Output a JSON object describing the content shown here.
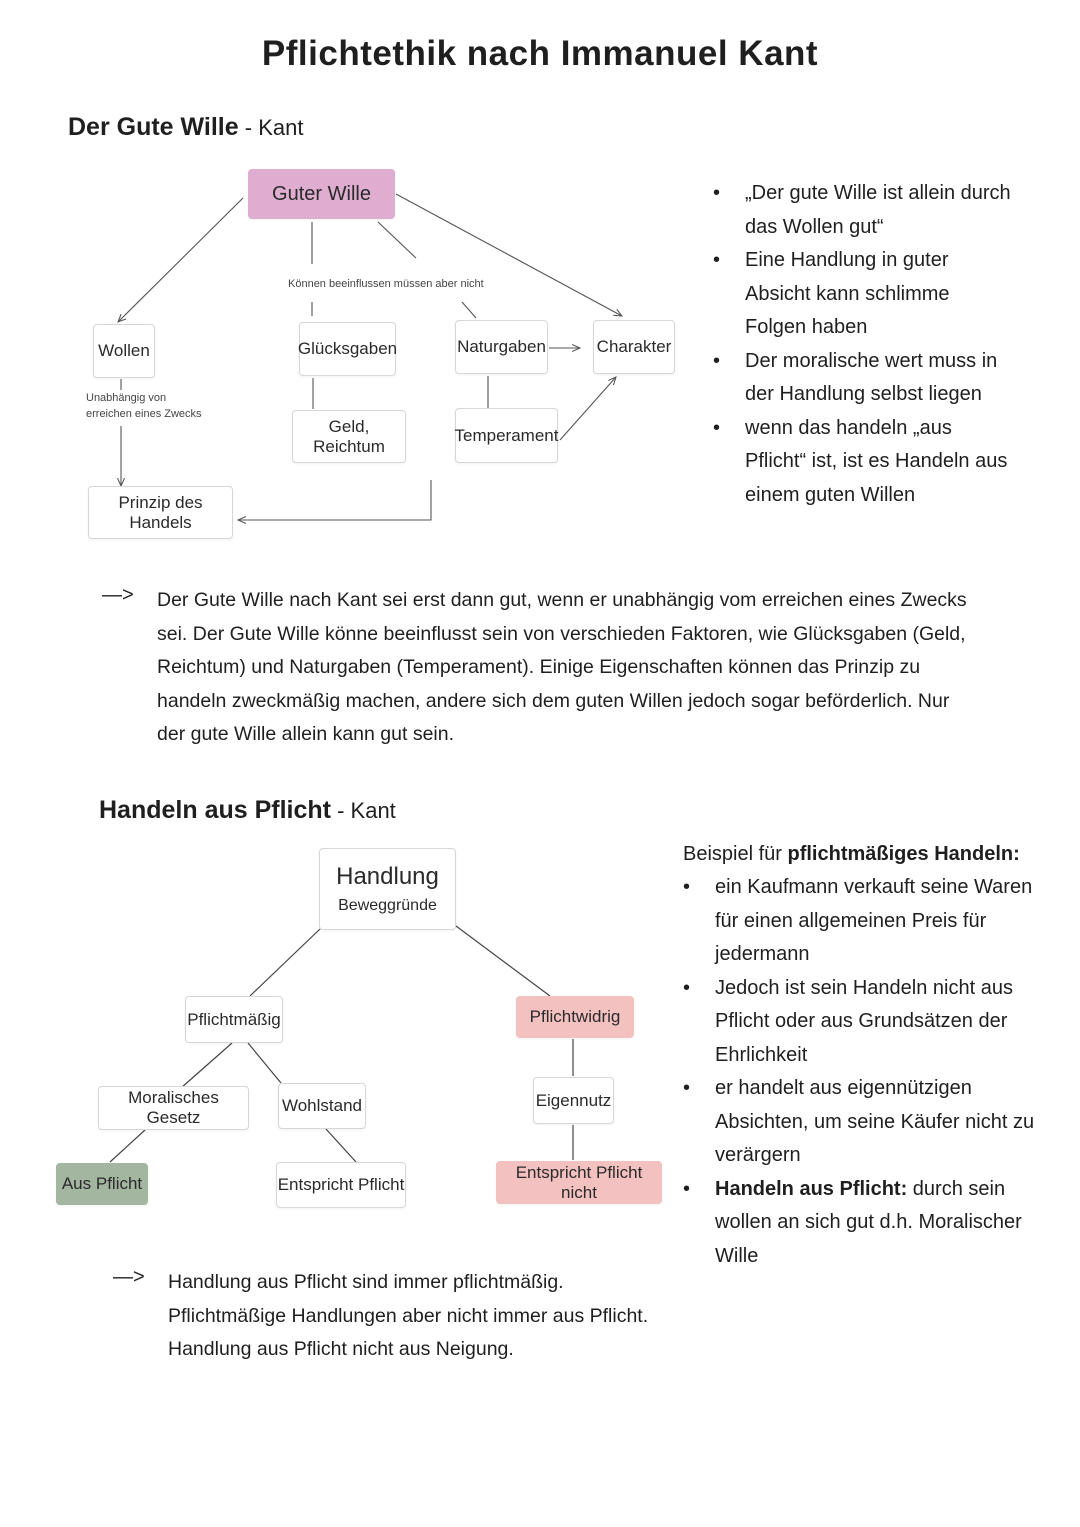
{
  "title": "Pflichtethik nach Immanuel Kant",
  "section1": {
    "heading": "Der Gute Wille",
    "heading_suffix": " - Kant",
    "diagram": {
      "guter_wille": "Guter Wille",
      "note_beeinflussen": "Können beeinflussen müssen aber nicht",
      "wollen": "Wollen",
      "note_unabhaengig": "Unabhängig von erreichen eines Zwecks",
      "gluecksgaben": "Glücksgaben",
      "naturgaben": "Naturgaben",
      "charakter": "Charakter",
      "geld_reichtum": "Geld, Reichtum",
      "temperament": "Temperament",
      "prinzip": "Prinzip des Handels"
    },
    "bullets": [
      "„Der gute Wille ist allein durch das Wollen gut“",
      "Eine Handlung in guter Absicht kann schlimme Folgen haben",
      "Der moralische wert muss in der Handlung selbst liegen",
      "wenn das handeln „aus Pflicht“ ist, ist es Handeln aus einem guten Willen"
    ],
    "arrow": "—>",
    "summary": "Der Gute Wille nach Kant sei erst dann gut, wenn er unabhängig vom erreichen eines Zwecks sei. Der Gute Wille könne beeinflusst sein von verschieden Faktoren, wie Glücksgaben (Geld, Reichtum) und Naturgaben (Temperament). Einige Eigenschaften können das Prinzip zu handeln zweckmäßig machen, andere sich dem guten Willen jedoch sogar beförderlich. Nur der gute Wille allein kann gut sein."
  },
  "section2": {
    "heading": "Handeln aus Pflicht",
    "heading_suffix": " - Kant",
    "diagram": {
      "handlung": "Handlung",
      "beweggruende": "Beweggründe",
      "pflichtmaessig": "Pflichtmäßig",
      "pflichtwidrig": "Pflichtwidrig",
      "moralisches_gesetz": "Moralisches Gesetz",
      "wohlstand": "Wohlstand",
      "eigennutz": "Eigennutz",
      "aus_pflicht": "Aus Pflicht",
      "entspricht_pflicht": "Entspricht Pflicht",
      "entspricht_pflicht_nicht": "Entspricht Pflicht nicht"
    },
    "intro_prefix": "Beispiel für ",
    "intro_bold": "pflichtmäßiges Handeln:",
    "bullets": [
      "ein Kaufmann verkauft seine Waren für einen allgemeinen Preis für jedermann",
      "Jedoch ist sein Handeln nicht aus Pflicht oder aus Grundsätzen der Ehrlichkeit",
      "er handelt aus eigennützigen Absichten, um seine Käufer nicht zu verärgern"
    ],
    "last_bullet_bold": "Handeln aus Pflicht:",
    "last_bullet_rest": " durch sein wollen an sich gut d.h. Moralischer Wille",
    "arrow": "—>",
    "summary_lines": [
      "Handlung aus Pflicht sind immer pflichtmäßig.",
      "Pflichtmäßige Handlungen aber nicht immer aus Pflicht.",
      "Handlung aus Pflicht nicht aus Neigung."
    ]
  }
}
